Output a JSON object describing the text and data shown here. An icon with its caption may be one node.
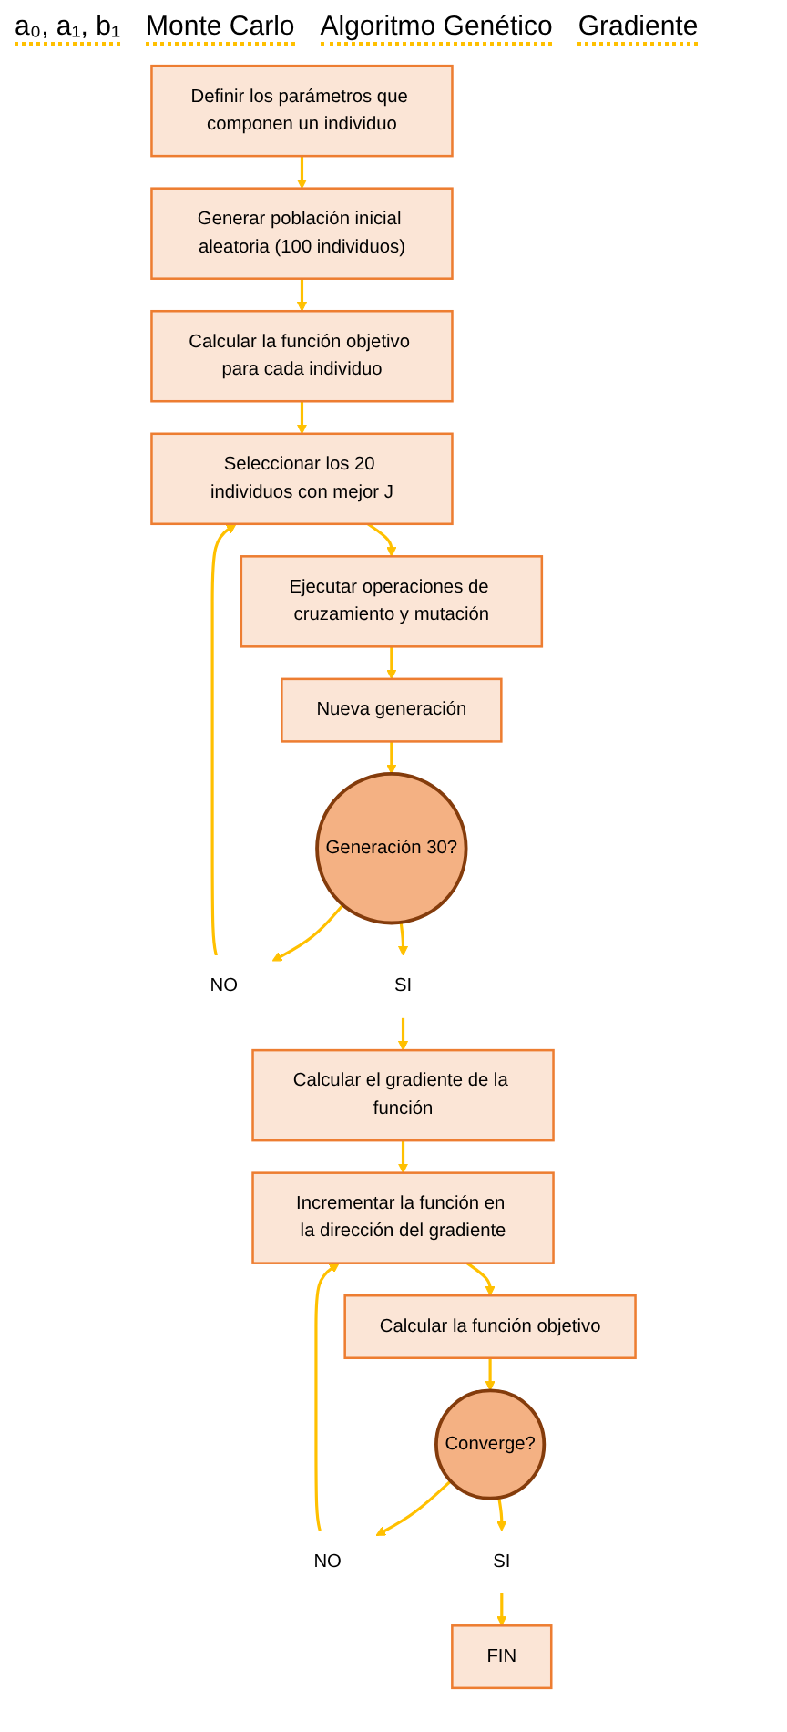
{
  "diagram": {
    "nodes": [
      {
        "text": [
          "Definir los parámetros que componen un individuo"
        ]
      },
      {
        "text": [
          "Generar población inicial aleatoria (100 individuos)"
        ]
      },
      {
        "text": [
          "Calcular la función objetivo para cada individuo"
        ]
      },
      {
        "text": [
          "Seleccionar los 20 individuos con mejor J"
        ]
      },
      {
        "text": [
          "Ejecutar operaciones de cruzamiento y mutación"
        ]
      },
      {
        "text": [
          "Nueva generación"
        ]
      },
      {
        "text": [
          "Generación 30?"
        ]
      },
      {
        "text": [
          "NO"
        ]
      },
      {
        "text": [
          "SI"
        ]
      },
      {
        "text": [
          "Calcular el gradiente de la función"
        ]
      },
      {
        "text": [
          "Incrementar la función en la dirección del gradiente"
        ]
      },
      {
        "text": [
          "Calcular la función objetivo"
        ]
      },
      {
        "text": [
          "Converge?"
        ]
      },
      {
        "text": [
          "NO"
        ]
      },
      {
        "text": [
          "SI"
        ]
      },
      {
        "text": [
          "FIN"
        ]
      }
    ],
    "edges": [
      {
        "from": 0,
        "to": 1,
        "arrow": "to"
      },
      {
        "from": 1,
        "to": 2,
        "arrow": "to"
      },
      {
        "from": 2,
        "to": 3,
        "arrow": "to"
      },
      {
        "from": 3,
        "to": 4,
        "arrow": "to"
      },
      {
        "from": 4,
        "to": 5,
        "arrow": "to"
      },
      {
        "from": 5,
        "to": 6,
        "arrow": "to"
      },
      {
        "from": 6,
        "to": 7,
        "arrow": "to"
      },
      {
        "from": 7,
        "to": 3,
        "arrow": "to"
      },
      {
        "from": 6,
        "to": 8,
        "arrow": "to"
      },
      {
        "from": 8,
        "to": 9,
        "arrow": "to"
      },
      {
        "from": 9,
        "to": 10,
        "arrow": "to"
      },
      {
        "from": 10,
        "to": 11,
        "arrow": "to"
      },
      {
        "from": 11,
        "to": 12,
        "arrow": "to"
      },
      {
        "from": 12,
        "to": 13,
        "arrow": "to"
      },
      {
        "from": 13,
        "to": 10,
        "arrow": "to"
      },
      {
        "from": 12,
        "to": 14,
        "arrow": "to"
      },
      {
        "from": 14,
        "to": 15,
        "arrow": "to"
      }
    ],
    "labels": [
      "a₀, a₁, b₁",
      "Monte Carlo",
      "Algoritmo Genético",
      "Gradiente"
    ]
  }
}
